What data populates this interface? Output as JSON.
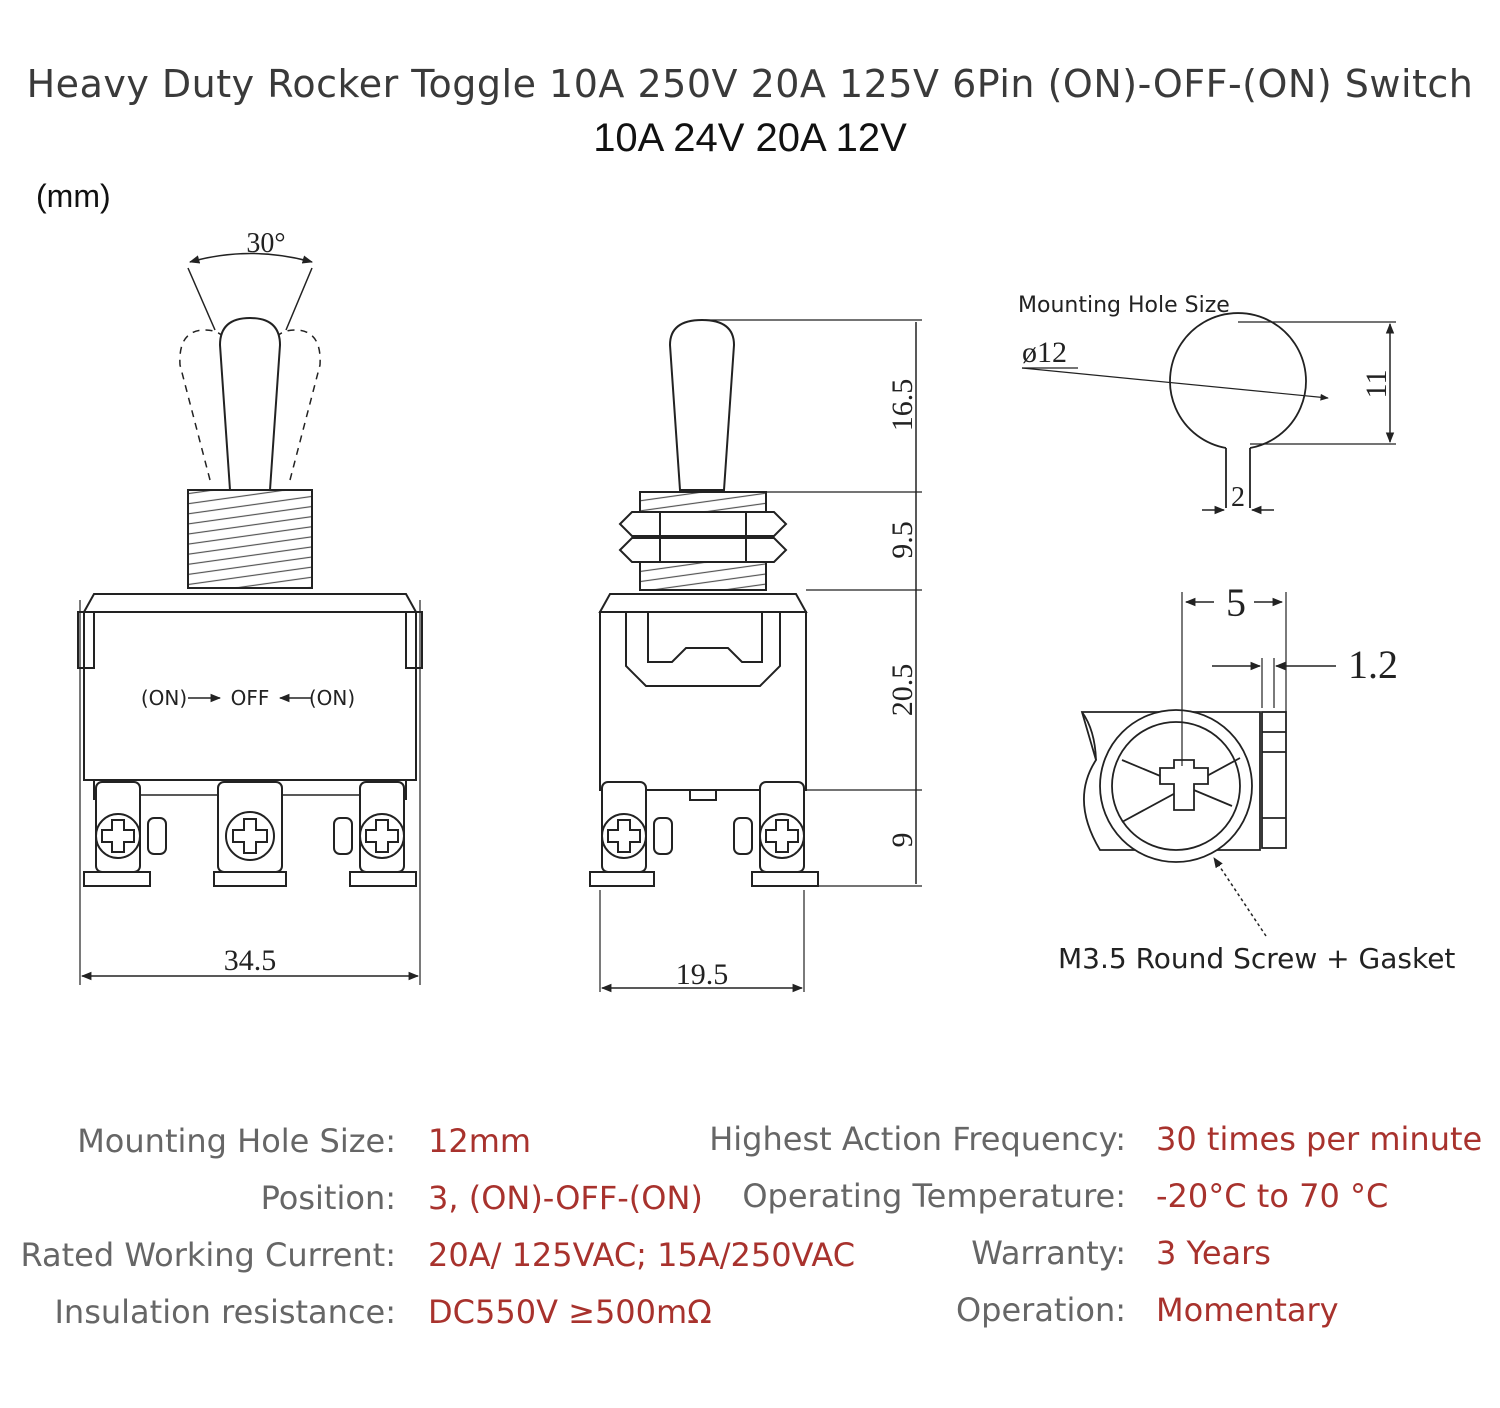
{
  "title": "Heavy Duty Rocker Toggle 10A 250V 20A 125V 6Pin (ON)-OFF-(ON) Switch",
  "subtitle": "10A 24V  20A 12V",
  "unit": "(mm)",
  "front_view": {
    "angle": "30°",
    "positions": {
      "left": "(ON)",
      "middle": "OFF",
      "right": "(ON)"
    },
    "width": "34.5"
  },
  "side_view": {
    "dims": [
      "16.5",
      "9.5",
      "20.5",
      "9"
    ],
    "width": "19.5"
  },
  "mounting_hole": {
    "label": "Mounting Hole Size",
    "diameter": "ø12",
    "height": "11",
    "key_width": "2"
  },
  "terminal": {
    "dim_a": "5",
    "dim_b": "1.2",
    "label": "M3.5 Round Screw + Gasket"
  },
  "specs_left": [
    {
      "key": "Mounting Hole Size:",
      "value": "12mm"
    },
    {
      "key": "Position:",
      "value": "3, (ON)-OFF-(ON)"
    },
    {
      "key": "Rated Working Current:",
      "value": "20A/ 125VAC; 15A/250VAC"
    },
    {
      "key": "Insulation resistance:",
      "value": "DC550V ≥500mΩ"
    }
  ],
  "specs_right": [
    {
      "key": "Highest Action Frequency:",
      "value": "30 times per minute"
    },
    {
      "key": "Operating Temperature:",
      "value": "-20°C to 70 °C"
    },
    {
      "key": "Warranty:",
      "value": "3 Years"
    },
    {
      "key": "Operation:",
      "value": "Momentary"
    }
  ]
}
